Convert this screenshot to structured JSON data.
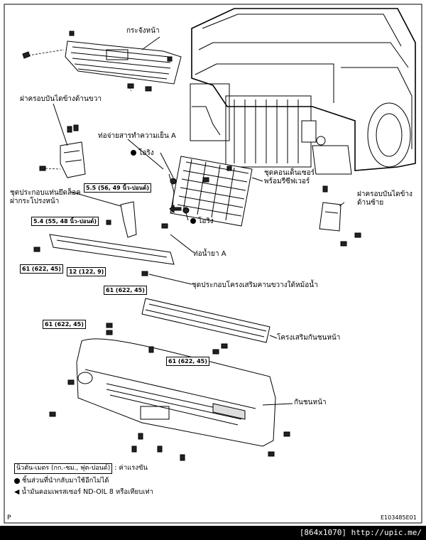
{
  "labels": {
    "grille": "กระจังหน้า",
    "right_fender_cover": "ฝาครอบบันไดข้างด้านขวา",
    "pipe_a": "ท่อจ่ายสารทำความเย็น A",
    "oring_top": "โอริง",
    "oring_bottom": "โอริง",
    "condenser": "ชุดคอนเด็นเซอร์\nพร้อมรีซีฟเวอร์",
    "bracket_lock": "ชุดประกอบแท่นยึดล็อค\nฝากระโปรงหน้า",
    "left_fender_cover": "ฝาครอบบันไดข้าง\nด้านซ้าย",
    "liquid_pipe_a": "ท่อน้ำยา A",
    "radiator_support": "ชุดประกอบโครงเสริมคานขวางใต้หม้อน้ำ",
    "bumper_reinforcement": "โครงเสริมกันชนหน้า",
    "bumper": "กันชนหน้า"
  },
  "torques": {
    "t1": "5.5 (56, 49 นิ้ว-ปอนด์)",
    "t2": "5.4 (55, 48 นิ้ว-ปอนด์)",
    "t3": "61 (622, 45)",
    "t4": "12 (122, 9)",
    "t5": "61 (622, 45)",
    "t6": "61 (622, 45)",
    "t7": "61 (622, 45)"
  },
  "legend": {
    "unit": "นิวตัน-เมตร (กก.-ซม., ฟุต-ปอนด์)",
    "unit_suffix": ": ค่าแรงขัน",
    "nonreuse": "ชิ้นส่วนที่นำกลับมาใช้อีกไม่ได้",
    "oil": "น้ำมันคอมเพรสเซอร์ ND-OIL 8 หรือเทียบเท่า"
  },
  "footer": {
    "page_mark": "P",
    "code": "E103485E01"
  },
  "banner": "[864x1070] http://upic.me/"
}
